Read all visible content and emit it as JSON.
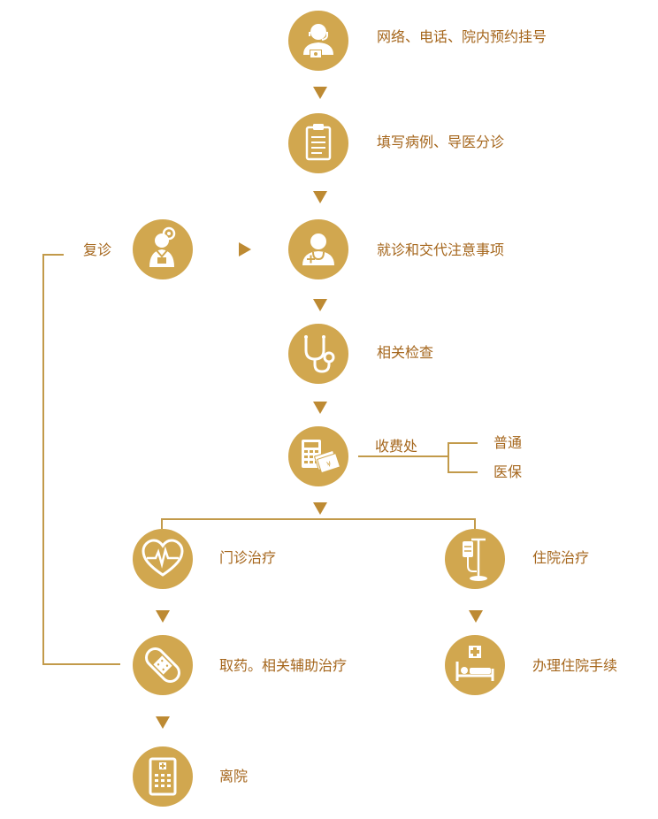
{
  "colors": {
    "node_fill": "#d1a74f",
    "label_text": "#a5661c",
    "arrow": "#bd8a33",
    "connector": "#c29a4a"
  },
  "steps": {
    "register": {
      "label": "网络、电话、院内预约挂号",
      "icon": "receptionist-headset-icon"
    },
    "fill_record": {
      "label": "填写病例、导医分诊",
      "icon": "clipboard-icon"
    },
    "consult": {
      "label": "就诊和交代注意事项",
      "icon": "doctor-icon"
    },
    "followup": {
      "label": "复诊",
      "icon": "doctor-head-mirror-icon"
    },
    "exam": {
      "label": "相关检查",
      "icon": "stethoscope-icon"
    },
    "cashier": {
      "label": "收费处",
      "icon": "calculator-bills-icon",
      "options": [
        "普通",
        "医保"
      ]
    },
    "outpatient": {
      "label": "门诊治疗",
      "icon": "heart-pulse-icon"
    },
    "inpatient": {
      "label": "住院治疗",
      "icon": "iv-drip-icon"
    },
    "medicine": {
      "label": "取药。相关辅助治疗",
      "icon": "bandage-icon"
    },
    "admission": {
      "label": "办理住院手续",
      "icon": "hospital-bed-icon"
    },
    "discharge": {
      "label": "离院",
      "icon": "hospital-building-icon"
    }
  }
}
